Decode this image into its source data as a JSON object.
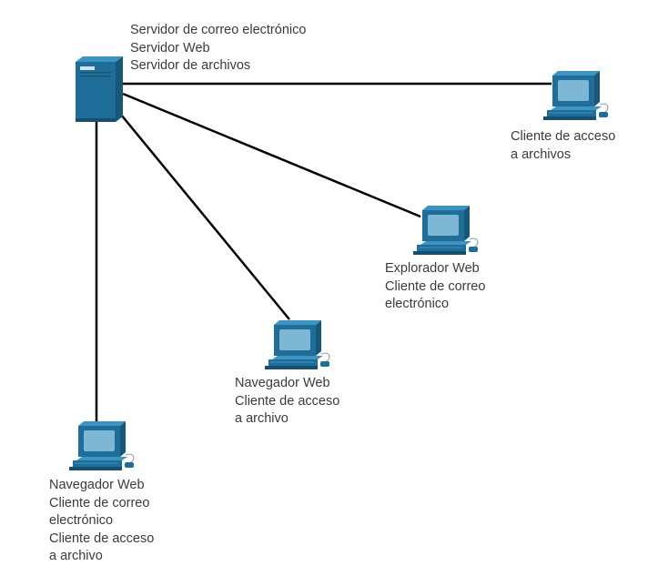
{
  "diagram": {
    "colors": {
      "line": "#000000",
      "device_front": "#1f6e99",
      "device_top": "#3d93c2",
      "device_side": "#175778",
      "screen": "#7eb6d6",
      "text": "#3a3a3a"
    },
    "server": {
      "icon": "server-tower-icon",
      "roles": [
        "Servidor de correo electrónico",
        "Servidor Web",
        "Servidor de archivos"
      ]
    },
    "clients": [
      {
        "id": "client-1",
        "icon": "desktop-computer-icon",
        "roles": [
          "Cliente de acceso",
          "a archivos"
        ]
      },
      {
        "id": "client-2",
        "icon": "desktop-computer-icon",
        "roles": [
          "Explorador Web",
          "Cliente de correo",
          "electrónico"
        ]
      },
      {
        "id": "client-3",
        "icon": "desktop-computer-icon",
        "roles": [
          "Navegador Web",
          "Cliente de acceso",
          "a archivo"
        ]
      },
      {
        "id": "client-4",
        "icon": "desktop-computer-icon",
        "roles": [
          "Navegador Web",
          "Cliente de correo",
          "electrónico",
          "Cliente de acceso",
          "a archivo"
        ]
      }
    ]
  }
}
